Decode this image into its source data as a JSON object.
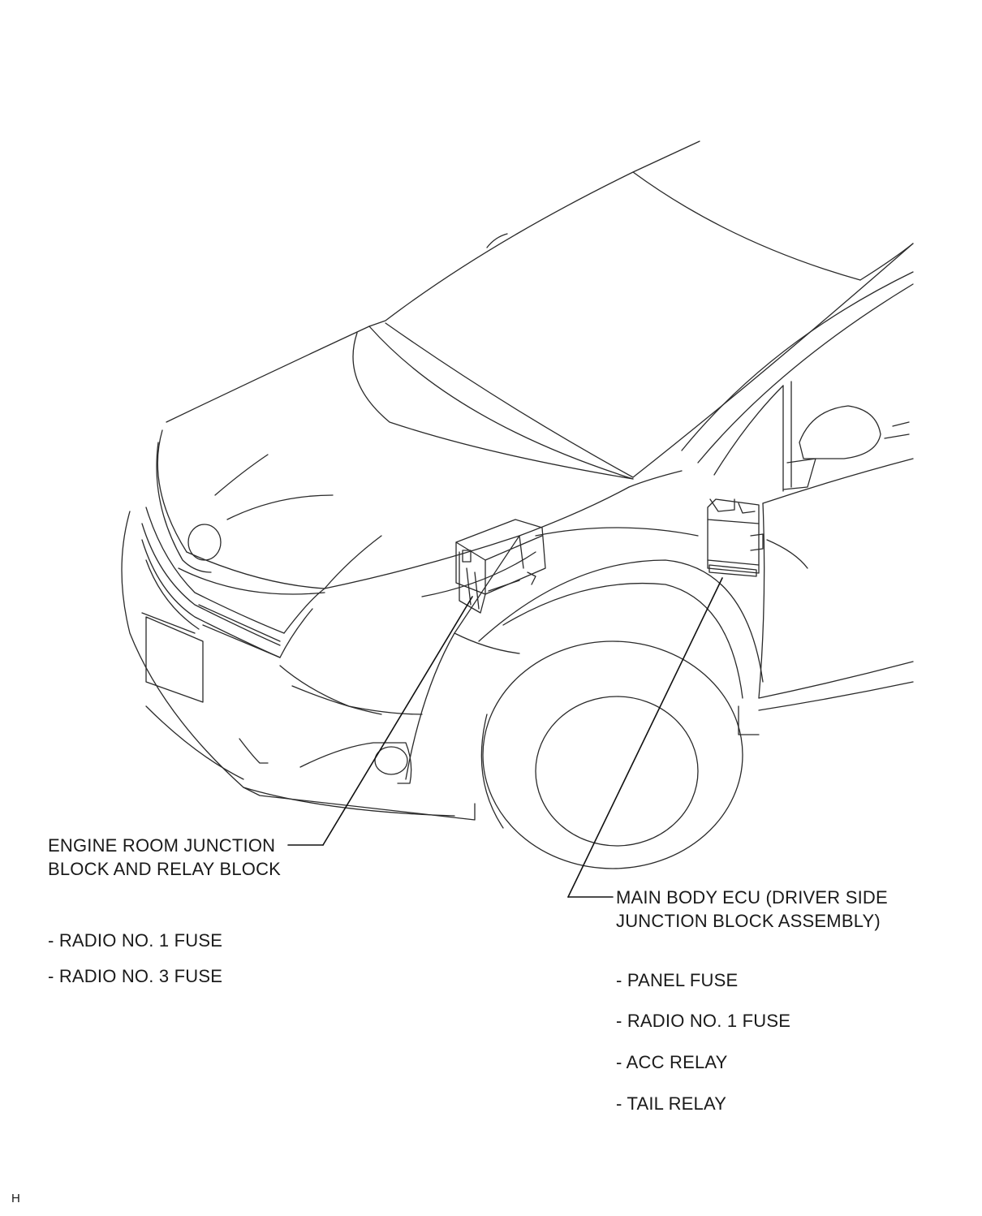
{
  "callouts": {
    "engine_room": {
      "line1": "ENGINE ROOM JUNCTION",
      "line2": "BLOCK AND RELAY BLOCK",
      "items": [
        "- RADIO NO. 1 FUSE",
        "- RADIO NO. 3 FUSE"
      ]
    },
    "main_body": {
      "line1": "MAIN BODY ECU (DRIVER SIDE",
      "line2": "JUNCTION BLOCK ASSEMBLY)",
      "items": [
        "- PANEL FUSE",
        "- RADIO NO. 1 FUSE",
        "- ACC RELAY",
        "- TAIL RELAY"
      ]
    }
  },
  "corner_mark": "H"
}
